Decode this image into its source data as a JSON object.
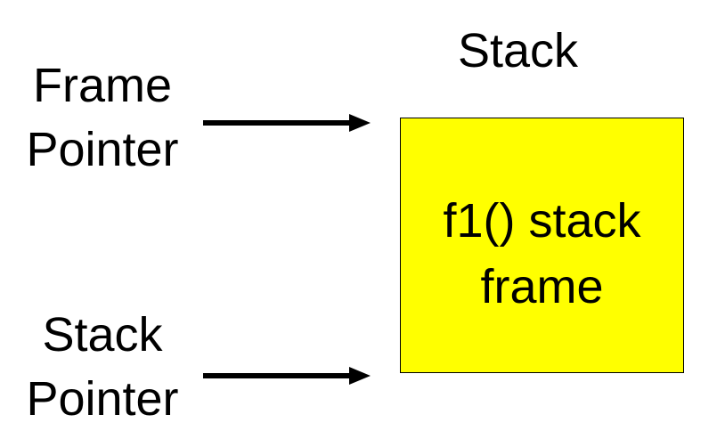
{
  "stack": {
    "title": "Stack",
    "frame_lines": [
      "f1() stack",
      "frame"
    ],
    "fill_color": "#ffff00"
  },
  "frame_pointer": {
    "lines": [
      "Frame",
      "Pointer"
    ]
  },
  "stack_pointer": {
    "lines": [
      "Stack",
      "Pointer"
    ]
  }
}
